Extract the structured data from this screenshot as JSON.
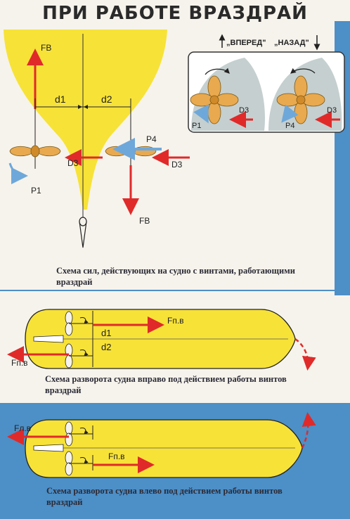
{
  "title": "ПРИ РАБОТЕ ВРАЗДРАЙ",
  "inset": {
    "forward_label": "„ВПЕРЕД\"",
    "back_label": "„НАЗАД\"",
    "left": {
      "p": "P1",
      "d": "D3"
    },
    "right": {
      "p": "P4",
      "d": "D3"
    }
  },
  "diagram1": {
    "fb_top": "FB",
    "fb_bottom": "FB",
    "d1": "d1",
    "d2": "d2",
    "d3_left": "D3",
    "d3_right": "D3",
    "p1": "P1",
    "p4": "P4",
    "caption": "Схема сил, действующих на судно с винтами, работающими враздрай"
  },
  "diagram2": {
    "f_right": "Fп.в",
    "f_left": "Fп.в",
    "d1": "d1",
    "d2": "d2",
    "caption": "Схема разворота судна вправо под действием работы винтов враздрай"
  },
  "diagram3": {
    "f_left": "Fл.в",
    "f_right": "Fп.в",
    "caption": "Схема разворота судна влево под действием работы винтов враздрай"
  },
  "colors": {
    "yellow": "#f7e238",
    "blue": "#4d8fc7",
    "red": "#e02a2a",
    "lightblue": "#6ea8da",
    "propeller": "#e9a94e",
    "gray": "#c5cfcf"
  }
}
